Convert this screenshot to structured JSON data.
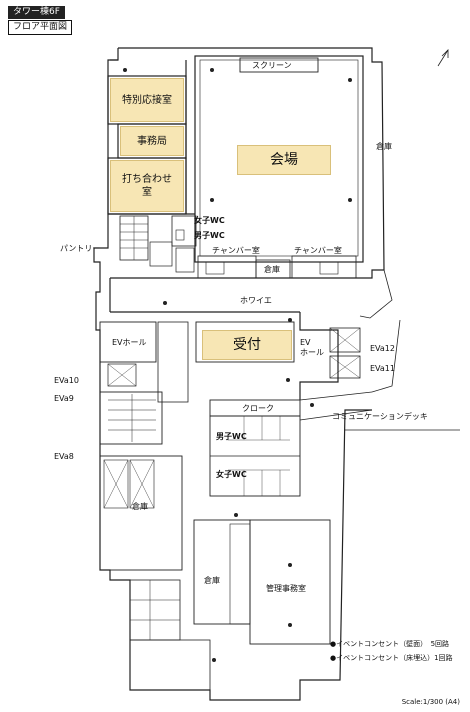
{
  "header": {
    "building_floor": "タワー棟6F",
    "plan_title": "フロア平面図"
  },
  "highlighted_rooms": {
    "special_reception": "特別応接室",
    "office": "事務局",
    "meeting_room": "打ち合わせ\n室",
    "hall": "会場",
    "reception": "受付"
  },
  "labels": {
    "screen": "スクリーン",
    "storage_main": "倉庫",
    "womens_wc_top": "女子WC",
    "mens_wc_top": "男子WC",
    "pantry": "パントリー",
    "chamber_left": "チャンバー室",
    "chamber_right": "チャンバー室",
    "storage_small": "倉庫",
    "foyer": "ホワイエ",
    "ev_hall_left": "EVホール",
    "ev_hall_right": "EV\nホール",
    "eva12": "EVa12",
    "eva11": "EVa11",
    "eva10": "EVa10",
    "eva9": "EVa9",
    "eva8": "EVa8",
    "communication_deck": "コミュニケーションデッキ",
    "cloak": "クローク",
    "mens_wc_mid": "男子WC",
    "womens_wc_mid": "女子WC",
    "storage_lower_left": "倉庫",
    "storage_lower_mid": "倉庫",
    "management_office": "管理事務室"
  },
  "legend": {
    "wall_outlet": "●イベントコンセント（壁面）　5回路",
    "floor_outlet": "●イベントコンセント（床埋込）1回路"
  },
  "scale": "Scale:1/300 (A4)",
  "colors": {
    "highlight": "#f7e6b4",
    "line": "#222222"
  },
  "icons": [
    "north-arrow-icon",
    "elevator-icon",
    "stair-icon",
    "outlet-icon"
  ]
}
